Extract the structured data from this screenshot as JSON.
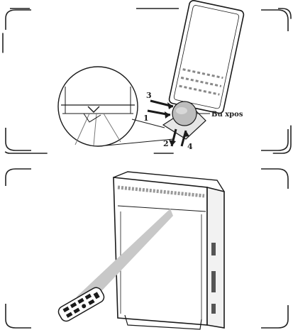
{
  "figure_top": {
    "callout_label": "Bu xpos",
    "steps": [
      "1",
      "2",
      "3",
      "4"
    ],
    "ink_color": "#1a1a1a",
    "shade_color": "#bdbdbd"
  },
  "figure_bottom": {
    "ink_color": "#1a1a1a",
    "beam_color": "#c8c8c8"
  }
}
